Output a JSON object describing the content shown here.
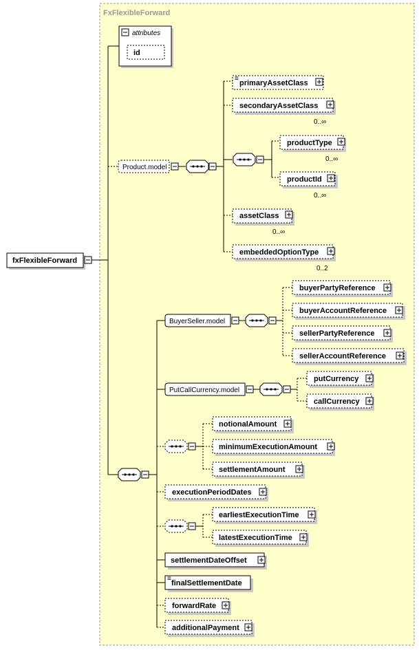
{
  "diagram": {
    "complex_type": "FxFlexibleForward",
    "root_element": "fxFlexibleForward",
    "attributes": {
      "title": "attributes",
      "items": [
        "id"
      ]
    },
    "groups": {
      "product_model": "Product.model",
      "buyer_seller_model": "BuyerSeller.model",
      "put_call_currency_model": "PutCallCurrency.model"
    },
    "elements": {
      "primary_asset_class": "primaryAssetClass",
      "secondary_asset_class": "secondaryAssetClass",
      "product_type": "productType",
      "product_id": "productId",
      "asset_class": "assetClass",
      "embedded_option_type": "embeddedOptionType",
      "buyer_party_reference": "buyerPartyReference",
      "buyer_account_reference": "buyerAccountReference",
      "seller_party_reference": "sellerPartyReference",
      "seller_account_reference": "sellerAccountReference",
      "put_currency": "putCurrency",
      "call_currency": "callCurrency",
      "notional_amount": "notionalAmount",
      "minimum_execution_amount": "minimumExecutionAmount",
      "settlement_amount": "settlementAmount",
      "execution_period_dates": "executionPeriodDates",
      "earliest_execution_time": "earliestExecutionTime",
      "latest_execution_time": "latestExecutionTime",
      "settlement_date_offset": "settlementDateOffset",
      "final_settlement_date": "finalSettlementDate",
      "forward_rate": "forwardRate",
      "additional_payment": "additionalPayment"
    },
    "occurrences": {
      "secondary_asset_class": "0..∞",
      "product_type": "0..∞",
      "product_id": "0..∞",
      "asset_class": "0..∞",
      "embedded_option_type": "0..2"
    }
  }
}
